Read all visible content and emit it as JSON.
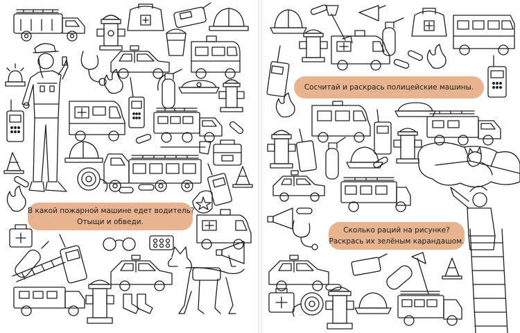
{
  "left_page": {
    "task_fire": {
      "line1": "В какой пожарной машине едет водитель?",
      "line2": "Отыщи и обведи."
    }
  },
  "right_page": {
    "task_police": {
      "line1": "Сосчитай и раскрась полицейские машины."
    },
    "task_radios": {
      "line1": "Сколько раций на рисунке?",
      "line2": "Раскрась их зелёным карандашом."
    }
  },
  "colors": {
    "banner_fill": "#e8b48f",
    "line_art": "#1d1d1d",
    "paper": "#ffffff"
  }
}
